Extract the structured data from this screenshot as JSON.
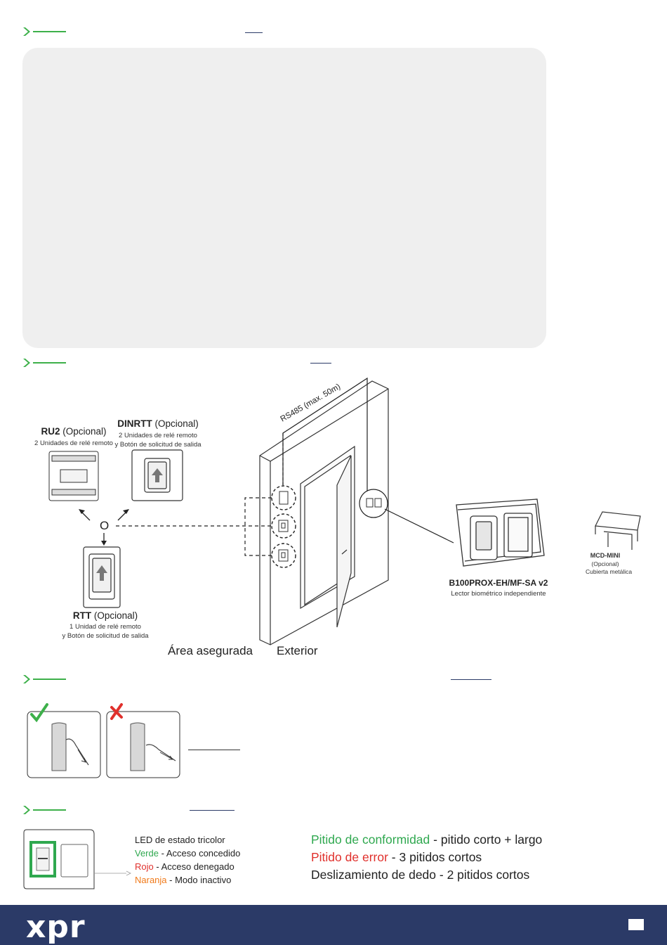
{
  "colors": {
    "accent_green": "#3db04a",
    "navy": "#2b3a67",
    "panel_grey": "#efefef",
    "led_green": "#2fa84f",
    "led_red": "#e0302c",
    "led_orange": "#f07a1a"
  },
  "diagram": {
    "rs485_label": "RS485 (max. 50m)",
    "ru2": {
      "name": "RU2",
      "suffix": " (Opcional)",
      "desc": "2 Unidades de relé remoto"
    },
    "dinrtt": {
      "name": "DINRTT",
      "suffix": " (Opcional)",
      "desc1": "2 Unidades de relé remoto",
      "desc2": "y Botón de solicitud de salida"
    },
    "rtt": {
      "name": "RTT",
      "suffix": " (Opcional)",
      "desc1": "1 Unidad de relé remoto",
      "desc2": "y Botón de solicitud de salida"
    },
    "or_label": "O",
    "reader": {
      "name": "B100PROX-EH/MF-SA v2",
      "desc": "Lector biométrico independiente"
    },
    "mcd": {
      "name": "MCD-MINI",
      "opt": "(Opcional)",
      "desc": "Cubierta metálica"
    },
    "area_secured": "Área asegurada",
    "area_exterior": "Exterior"
  },
  "led": {
    "title": "LED de estado tricolor",
    "items": [
      {
        "color_word": "Verde",
        "text": " - Acceso concedido"
      },
      {
        "color_word": "Rojo",
        "text": " - Acceso denegado"
      },
      {
        "color_word": "Naranja",
        "text": " - Modo inactivo"
      }
    ]
  },
  "beeps": [
    {
      "lead": "Pitido de conformidad",
      "text": " - pitido corto + largo"
    },
    {
      "lead": "Pitido de error",
      "text": " - 3 pitidos cortos"
    },
    {
      "lead": "",
      "text": "Deslizamiento de dedo - 2 pitidos cortos"
    }
  ],
  "footer": {
    "logo": "xpr"
  }
}
